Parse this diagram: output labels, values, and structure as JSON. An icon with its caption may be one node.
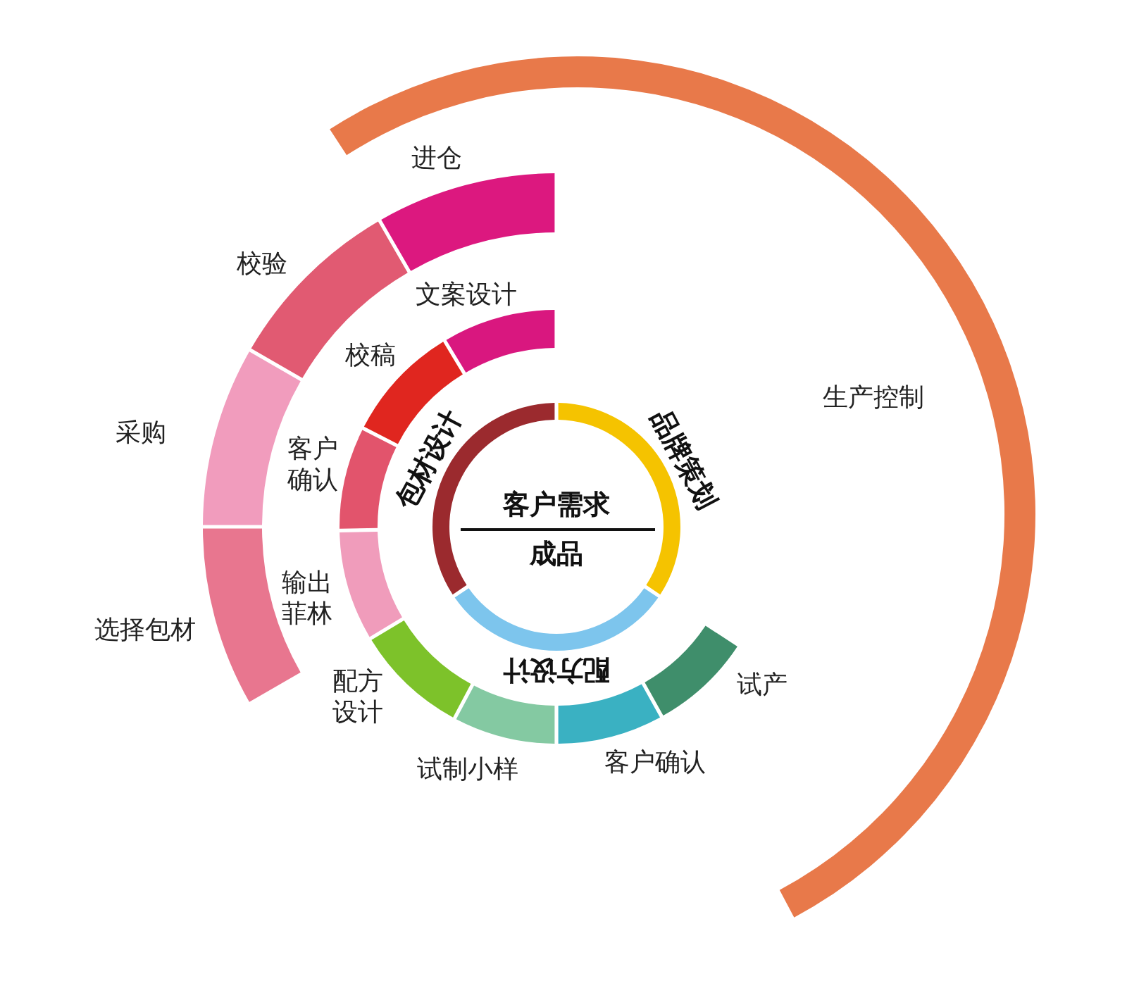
{
  "diagram": {
    "nodes": [
      {
        "text": [
          "客户需求",
          "成品"
        ]
      },
      {
        "text": [
          "包材设计"
        ]
      },
      {
        "text": [
          "品牌策划"
        ]
      },
      {
        "text": [
          "配方设计"
        ]
      },
      {
        "text": [
          "文案设计"
        ]
      },
      {
        "text": [
          "校稿"
        ]
      },
      {
        "text": [
          "客户确认"
        ]
      },
      {
        "text": [
          "输出菲林"
        ]
      },
      {
        "text": [
          "配方设计"
        ]
      },
      {
        "text": [
          "试制小样"
        ]
      },
      {
        "text": [
          "客户确认"
        ]
      },
      {
        "text": [
          "试产"
        ]
      },
      {
        "text": [
          "进仓"
        ]
      },
      {
        "text": [
          "校验"
        ]
      },
      {
        "text": [
          "采购"
        ]
      },
      {
        "text": [
          "选择包材"
        ]
      },
      {
        "text": [
          "生产控制"
        ]
      }
    ]
  }
}
